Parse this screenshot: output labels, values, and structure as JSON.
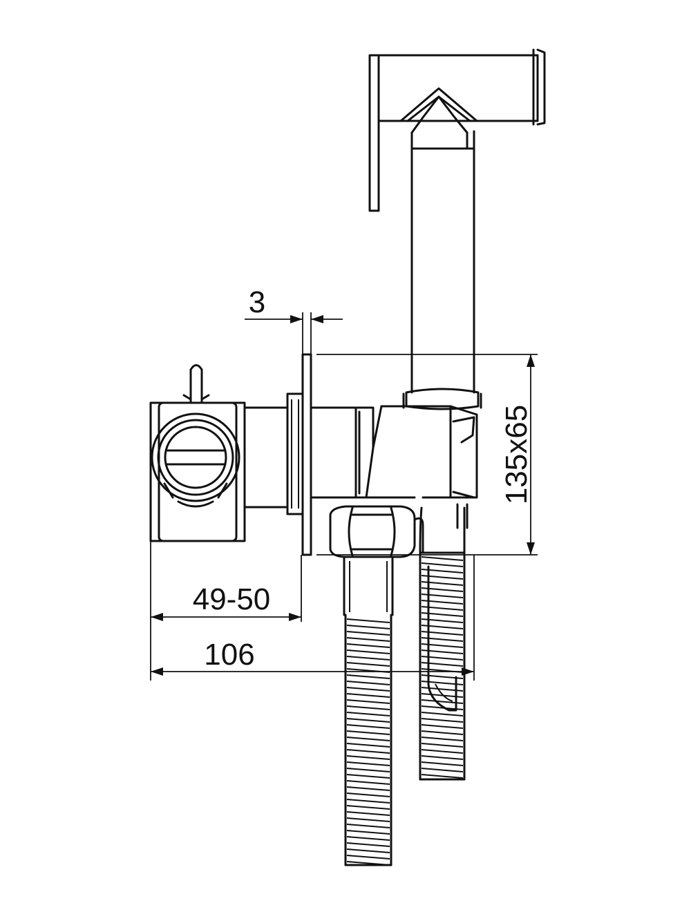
{
  "dimensions": {
    "flange_thickness": "3",
    "body_size": "135x65",
    "wall_depth": "49-50",
    "overall_depth": "106"
  }
}
